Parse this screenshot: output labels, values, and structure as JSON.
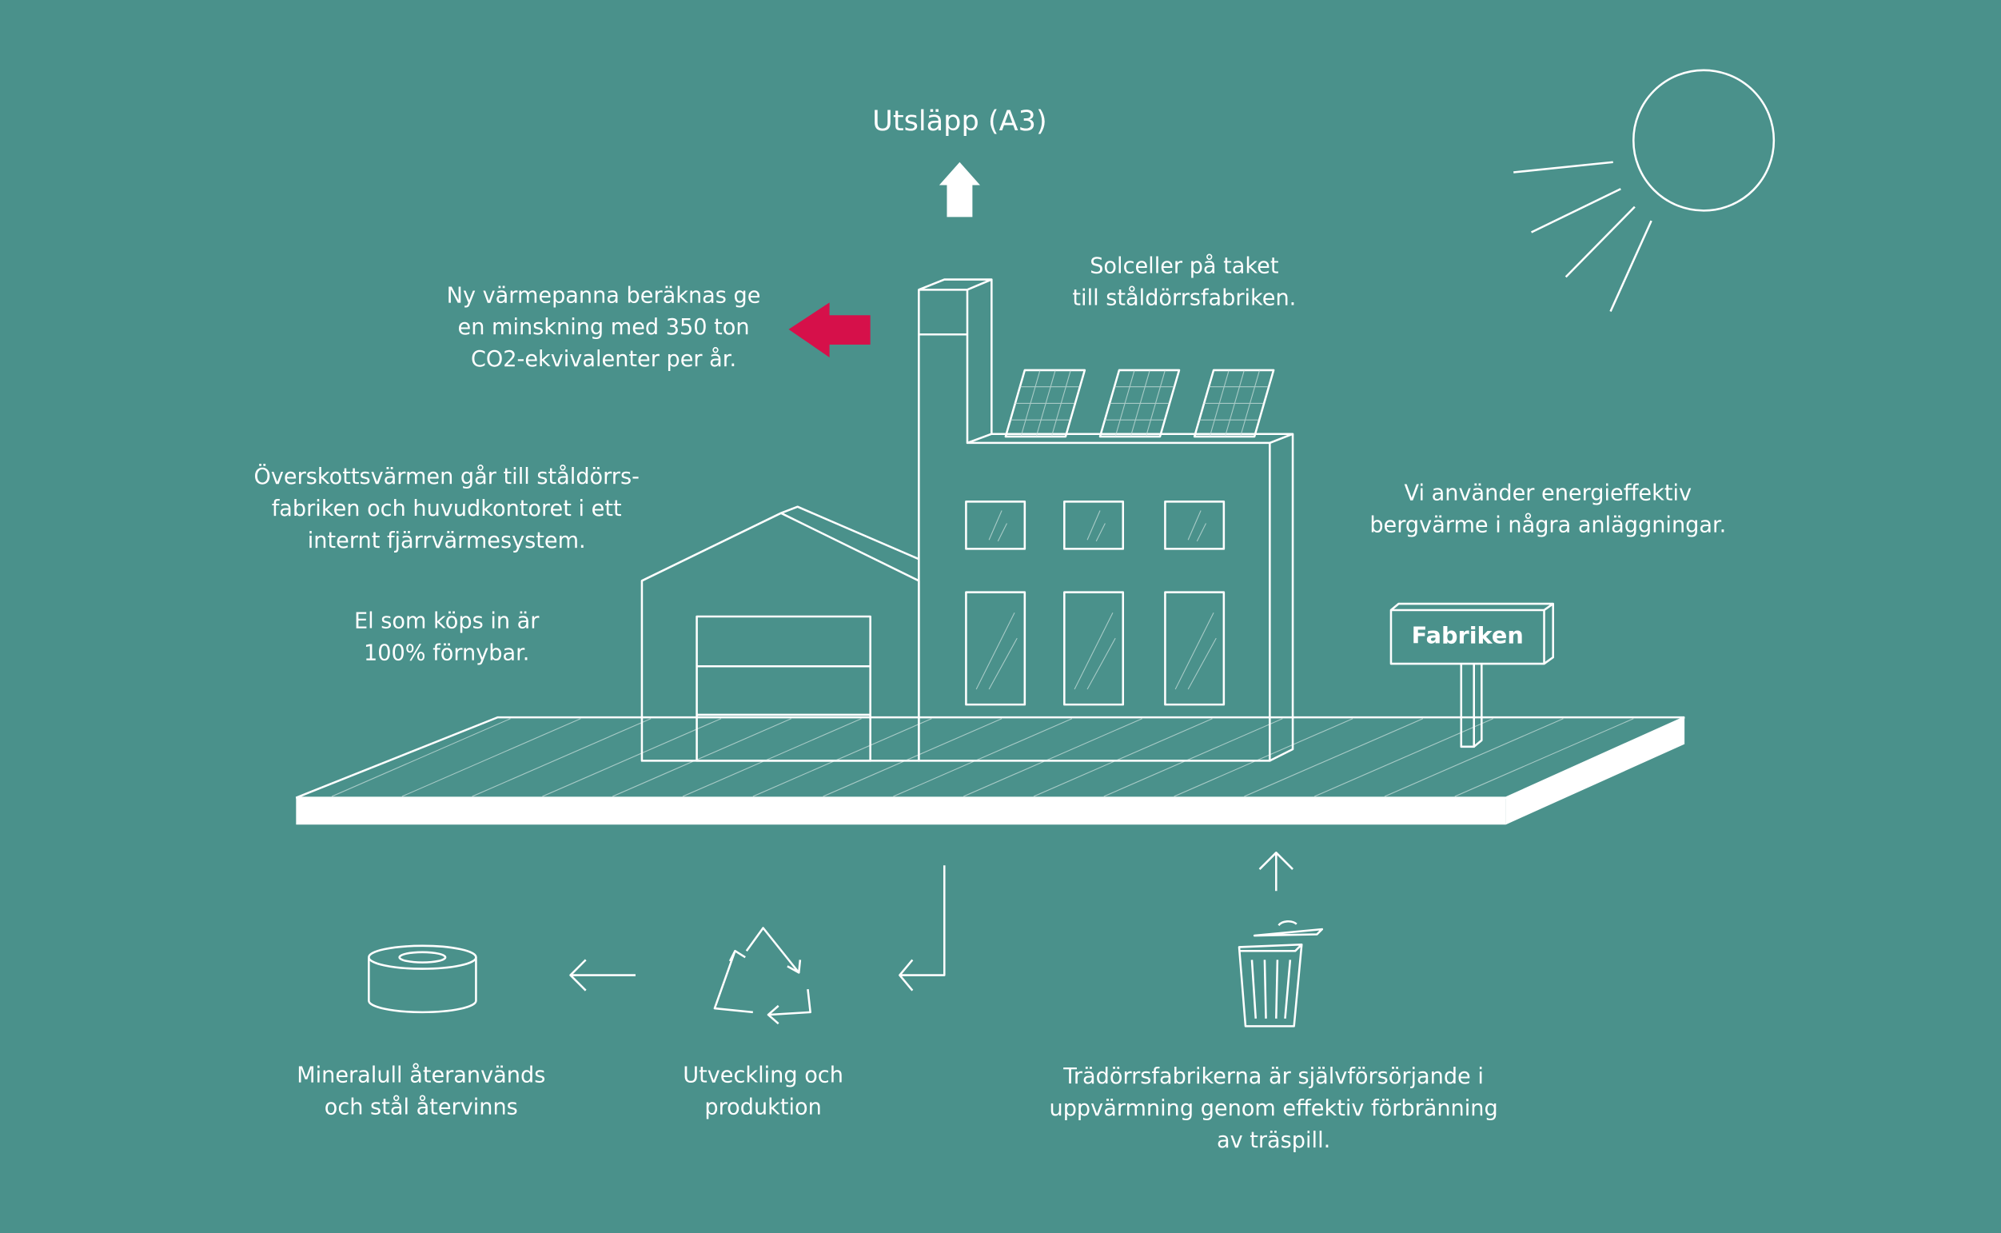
{
  "title": "Utsläpp (A3)",
  "annotations": {
    "boiler": [
      "Ny värmepanna beräknas ge",
      "en minskning med 350 ton",
      "CO2-ekvivalenter per år."
    ],
    "solar": [
      "Solceller på taket",
      "till ståldörrsfabriken."
    ],
    "excess_heat": [
      "Överskottsvärmen går till ståldörrs-",
      "fabriken och huvudkontoret i ett",
      "internt fjärrvärmesystem."
    ],
    "electricity": [
      "El som köps in är",
      "100% förnybar."
    ],
    "geothermal": [
      "Vi använder energieffektiv",
      "bergvärme i några anläggningar."
    ]
  },
  "sign": "Fabriken",
  "cycle": {
    "mineral_wool": [
      "Mineralull återanvänds",
      "och stål återvinns"
    ],
    "development": [
      "Utveckling och",
      "produktion"
    ],
    "wood_doors": [
      "Trädörrsfabrikerna är självförsörjande i",
      "uppvärmning genom effektiv förbränning",
      "av träspill."
    ]
  },
  "colors": {
    "background": "#4a918b",
    "accent": "#d6104a",
    "line": "#ffffff"
  }
}
